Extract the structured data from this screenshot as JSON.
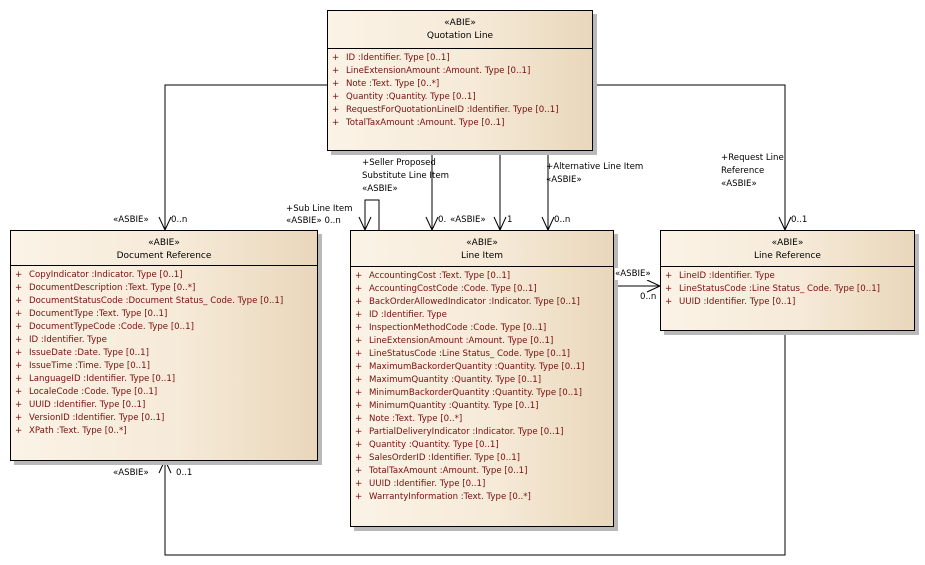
{
  "classes": {
    "quotation_line": {
      "stereotype": "«ABIE»",
      "name": "Quotation Line",
      "attributes": [
        {
          "vis": "+",
          "text": "ID  :Identifier. Type [0..1]"
        },
        {
          "vis": "+",
          "text": "LineExtensionAmount  :Amount. Type [0..1]"
        },
        {
          "vis": "+",
          "text": "Note  :Text. Type [0..*]"
        },
        {
          "vis": "+",
          "text": "Quantity  :Quantity. Type [0..1]"
        },
        {
          "vis": "+",
          "text": "RequestForQuotationLineID  :Identifier. Type [0..1]"
        },
        {
          "vis": "+",
          "text": "TotalTaxAmount  :Amount. Type [0..1]"
        }
      ]
    },
    "document_reference": {
      "stereotype": "«ABIE»",
      "name": "Document Reference",
      "attributes": [
        {
          "vis": "+",
          "text": "CopyIndicator  :Indicator. Type [0..1]"
        },
        {
          "vis": "+",
          "text": "DocumentDescription  :Text. Type [0..*]"
        },
        {
          "vis": "+",
          "text": "DocumentStatusCode  :Document Status_ Code. Type [0..1]"
        },
        {
          "vis": "+",
          "text": "DocumentType  :Text. Type [0..1]"
        },
        {
          "vis": "+",
          "text": "DocumentTypeCode  :Code. Type [0..1]"
        },
        {
          "vis": "+",
          "text": "ID  :Identifier. Type"
        },
        {
          "vis": "+",
          "text": "IssueDate  :Date. Type [0..1]"
        },
        {
          "vis": "+",
          "text": "IssueTime  :Time. Type [0..1]"
        },
        {
          "vis": "+",
          "text": "LanguageID  :Identifier. Type [0..1]"
        },
        {
          "vis": "+",
          "text": "LocaleCode  :Code. Type [0..1]"
        },
        {
          "vis": "+",
          "text": "UUID  :Identifier. Type [0..1]"
        },
        {
          "vis": "+",
          "text": "VersionID  :Identifier. Type [0..1]"
        },
        {
          "vis": "+",
          "text": "XPath  :Text. Type [0..*]"
        }
      ]
    },
    "line_item": {
      "stereotype": "«ABIE»",
      "name": "Line Item",
      "attributes": [
        {
          "vis": "+",
          "text": "AccountingCost  :Text. Type [0..1]"
        },
        {
          "vis": "+",
          "text": "AccountingCostCode  :Code. Type [0..1]"
        },
        {
          "vis": "+",
          "text": "BackOrderAllowedIndicator  :Indicator. Type [0..1]"
        },
        {
          "vis": "+",
          "text": "ID  :Identifier. Type"
        },
        {
          "vis": "+",
          "text": "InspectionMethodCode  :Code. Type [0..1]"
        },
        {
          "vis": "+",
          "text": "LineExtensionAmount  :Amount. Type [0..1]"
        },
        {
          "vis": "+",
          "text": "LineStatusCode  :Line Status_ Code. Type [0..1]"
        },
        {
          "vis": "+",
          "text": "MaximumBackorderQuantity  :Quantity. Type [0..1]"
        },
        {
          "vis": "+",
          "text": "MaximumQuantity  :Quantity. Type [0..1]"
        },
        {
          "vis": "+",
          "text": "MinimumBackorderQuantity  :Quantity. Type [0..1]"
        },
        {
          "vis": "+",
          "text": "MinimumQuantity  :Quantity. Type [0..1]"
        },
        {
          "vis": "+",
          "text": "Note  :Text. Type [0..*]"
        },
        {
          "vis": "+",
          "text": "PartialDeliveryIndicator  :Indicator. Type [0..1]"
        },
        {
          "vis": "+",
          "text": "Quantity  :Quantity. Type [0..1]"
        },
        {
          "vis": "+",
          "text": "SalesOrderID  :Identifier. Type [0..1]"
        },
        {
          "vis": "+",
          "text": "TotalTaxAmount  :Amount. Type [0..1]"
        },
        {
          "vis": "+",
          "text": "UUID  :Identifier. Type [0..1]"
        },
        {
          "vis": "+",
          "text": "WarrantyInformation  :Text. Type [0..*]"
        }
      ]
    },
    "line_reference": {
      "stereotype": "«ABIE»",
      "name": "Line Reference",
      "attributes": [
        {
          "vis": "+",
          "text": "LineID  :Identifier. Type"
        },
        {
          "vis": "+",
          "text": "LineStatusCode  :Line Status_ Code. Type [0..1]"
        },
        {
          "vis": "+",
          "text": "UUID  :Identifier. Type [0..1]"
        }
      ]
    }
  },
  "associations": {
    "ql_docref": {
      "stereotype": "«ASBIE»",
      "multiplicity": "0..n"
    },
    "seller_proposed": {
      "role": "+Seller Proposed",
      "role2": "Substitute Line Item",
      "stereotype": "«ASBIE»",
      "multiplicity": "0."
    },
    "sub_line_item": {
      "role": "+Sub Line Item",
      "stereotype_mult": "«ASBIE» 0..n"
    },
    "ql_lineitem": {
      "stereotype": "«ASBIE»",
      "multiplicity": "1"
    },
    "alternative": {
      "role": "+Alternative Line Item",
      "stereotype": "«ASBIE»",
      "multiplicity": "0..n"
    },
    "request_line_ref": {
      "role": "+Request Line",
      "role2": "Reference",
      "stereotype": "«ASBIE»",
      "multiplicity": "0..1"
    },
    "lineitem_lineref": {
      "stereotype": "«ASBIE»",
      "multiplicity": "0..n"
    },
    "lineref_docref": {
      "stereotype": "«ASBIE»",
      "multiplicity": "0..1"
    }
  }
}
